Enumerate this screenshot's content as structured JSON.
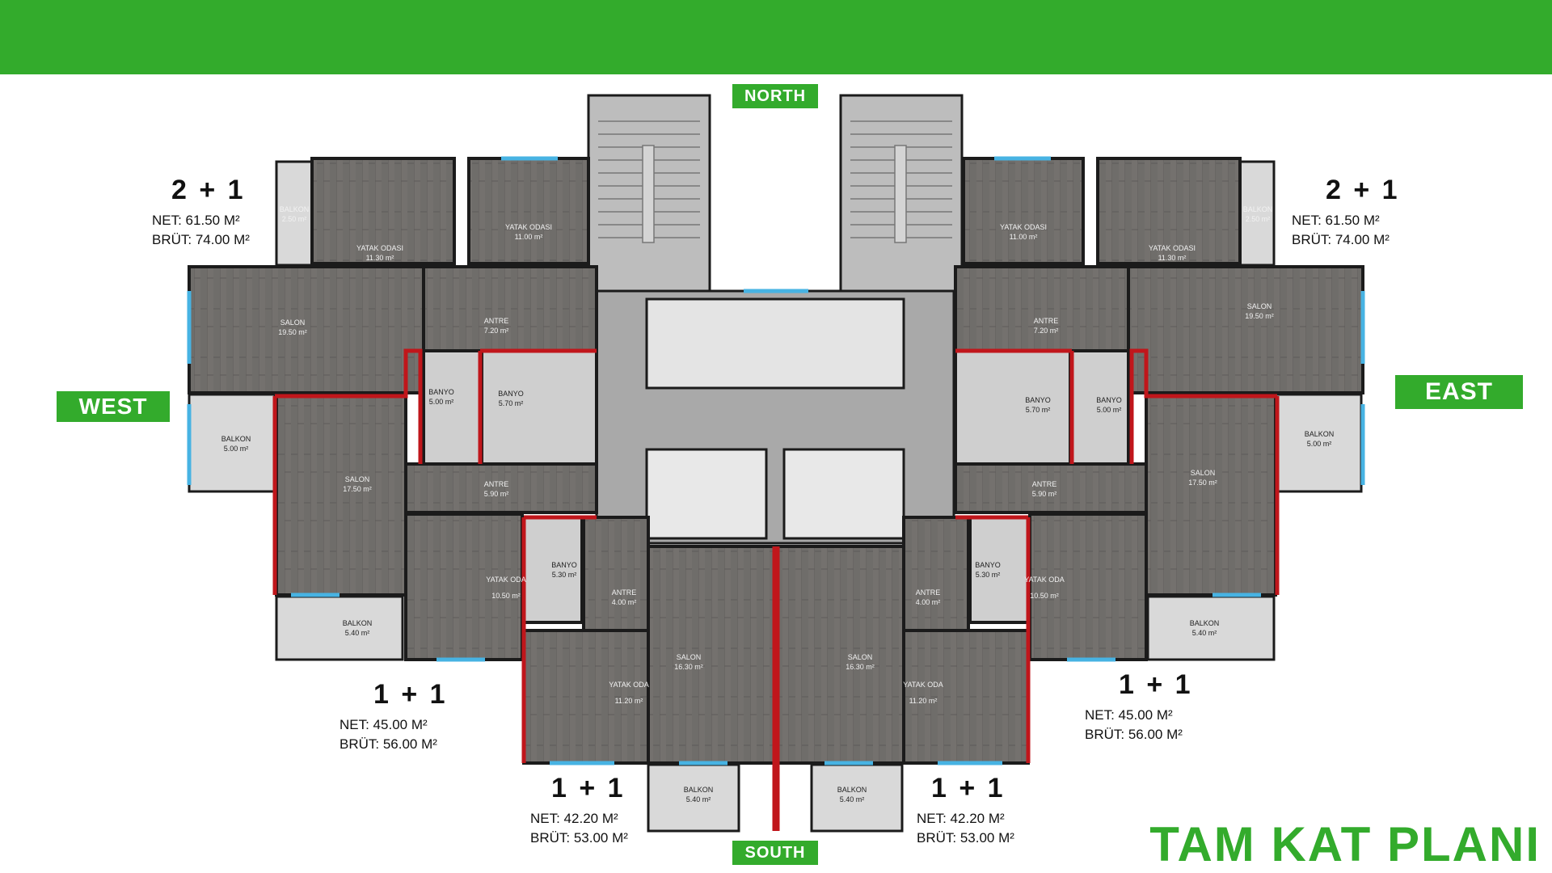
{
  "colors": {
    "brand_green": "#33ab2c",
    "floor": "#6f6d6a",
    "corridor": "#a9a9a9",
    "wall": "#1b1b1b",
    "window": "#47b3e3",
    "red_wall": "#c0161b"
  },
  "labels": {
    "north": "NORTH",
    "south": "SOUTH",
    "west": "WEST",
    "east": "EAST",
    "title": "TAM KAT PLANI"
  },
  "units": [
    {
      "id": "nw",
      "type": "2 + 1",
      "net": "NET: 61.50 M²",
      "brut": "BRÜT: 74.00 M²"
    },
    {
      "id": "ne",
      "type": "2 + 1",
      "net": "NET: 61.50 M²",
      "brut": "BRÜT: 74.00 M²"
    },
    {
      "id": "w",
      "type": "1 + 1",
      "net": "NET: 45.00 M²",
      "brut": "BRÜT: 56.00 M²"
    },
    {
      "id": "e",
      "type": "1 + 1",
      "net": "NET: 45.00 M²",
      "brut": "BRÜT: 56.00 M²"
    },
    {
      "id": "sw",
      "type": "1 + 1",
      "net": "NET: 42.20 M²",
      "brut": "BRÜT: 53.00 M²"
    },
    {
      "id": "se",
      "type": "1 + 1",
      "net": "NET: 42.20 M²",
      "brut": "BRÜT: 53.00 M²"
    }
  ],
  "rooms": [
    {
      "name": "BALKON",
      "area": "2.50 m²"
    },
    {
      "name": "YATAK ODASI",
      "area": "11.30 m²"
    },
    {
      "name": "YATAK ODASI",
      "area": "11.00 m²"
    },
    {
      "name": "SALON",
      "area": "19.50 m²"
    },
    {
      "name": "ANTRE",
      "area": "7.20 m²"
    },
    {
      "name": "BANYO",
      "area": "5.00 m²"
    },
    {
      "name": "BANYO",
      "area": "5.70 m²"
    },
    {
      "name": "BALKON",
      "area": "5.00 m²"
    },
    {
      "name": "SALON",
      "area": "17.50 m²"
    },
    {
      "name": "ANTRE",
      "area": "5.90 m²"
    },
    {
      "name": "BANYO",
      "area": "5.30 m²"
    },
    {
      "name": "YATAK ODA",
      "area": "10.50 m²"
    },
    {
      "name": "BALKON",
      "area": "5.40 m²"
    },
    {
      "name": "ANTRE",
      "area": "4.00 m²"
    },
    {
      "name": "SALON",
      "area": "16.30 m²"
    },
    {
      "name": "YATAK ODA",
      "area": "11.20 m²"
    },
    {
      "name": "BALKON",
      "area": "5.40 m²"
    },
    {
      "name": "BALKON",
      "area": "2.50 m²"
    },
    {
      "name": "YATAK ODASI",
      "area": "11.30 m²"
    },
    {
      "name": "YATAK ODASI",
      "area": "11.00 m²"
    },
    {
      "name": "SALON",
      "area": "19.50 m²"
    },
    {
      "name": "ANTRE",
      "area": "7.20 m²"
    },
    {
      "name": "BANYO",
      "area": "5.00 m²"
    },
    {
      "name": "BANYO",
      "area": "5.70 m²"
    },
    {
      "name": "BALKON",
      "area": "5.00 m²"
    },
    {
      "name": "SALON",
      "area": "17.50 m²"
    },
    {
      "name": "ANTRE",
      "area": "5.90 m²"
    },
    {
      "name": "BANYO",
      "area": "5.30 m²"
    },
    {
      "name": "YATAK ODA",
      "area": "10.50 m²"
    },
    {
      "name": "BALKON",
      "area": "5.40 m²"
    },
    {
      "name": "ANTRE",
      "area": "4.00 m²"
    },
    {
      "name": "SALON",
      "area": "16.30 m²"
    },
    {
      "name": "YATAK ODA",
      "area": "11.20 m²"
    },
    {
      "name": "BALKON",
      "area": "5.40 m²"
    }
  ]
}
